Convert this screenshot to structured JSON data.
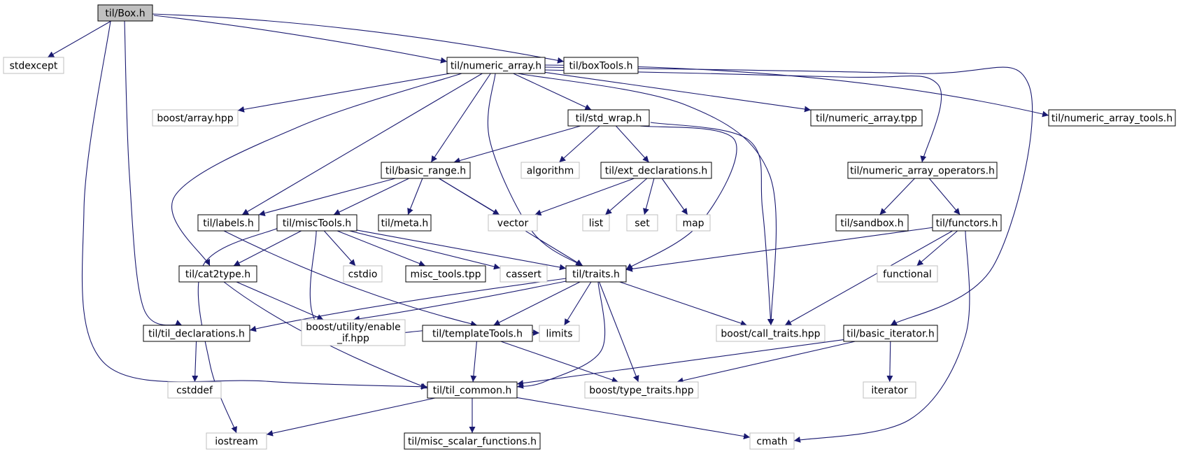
{
  "nodes": [
    {
      "id": "box",
      "label": "til/Box.h",
      "kind": "root"
    },
    {
      "id": "stdexcept",
      "label": "stdexcept",
      "kind": "external"
    },
    {
      "id": "numeric_array",
      "label": "til/numeric_array.h",
      "kind": "internal"
    },
    {
      "id": "boxTools",
      "label": "til/boxTools.h",
      "kind": "internal"
    },
    {
      "id": "boost_array",
      "label": "boost/array.hpp",
      "kind": "external"
    },
    {
      "id": "std_wrap",
      "label": "til/std_wrap.h",
      "kind": "internal"
    },
    {
      "id": "numeric_array_tpp",
      "label": "til/numeric_array.tpp",
      "kind": "internal"
    },
    {
      "id": "numeric_array_tools",
      "label": "til/numeric_array_tools.h",
      "kind": "internal"
    },
    {
      "id": "basic_range",
      "label": "til/basic_range.h",
      "kind": "internal"
    },
    {
      "id": "algorithm",
      "label": "algorithm",
      "kind": "external"
    },
    {
      "id": "ext_declarations",
      "label": "til/ext_declarations.h",
      "kind": "internal"
    },
    {
      "id": "numeric_array_operators",
      "label": "til/numeric_array_operators.h",
      "kind": "internal"
    },
    {
      "id": "labels",
      "label": "til/labels.h",
      "kind": "internal"
    },
    {
      "id": "miscTools",
      "label": "til/miscTools.h",
      "kind": "internal"
    },
    {
      "id": "meta",
      "label": "til/meta.h",
      "kind": "internal"
    },
    {
      "id": "vector",
      "label": "vector",
      "kind": "external"
    },
    {
      "id": "list",
      "label": "list",
      "kind": "external"
    },
    {
      "id": "set",
      "label": "set",
      "kind": "external"
    },
    {
      "id": "map",
      "label": "map",
      "kind": "external"
    },
    {
      "id": "sandbox",
      "label": "til/sandbox.h",
      "kind": "internal"
    },
    {
      "id": "functors",
      "label": "til/functors.h",
      "kind": "internal"
    },
    {
      "id": "cat2type",
      "label": "til/cat2type.h",
      "kind": "internal"
    },
    {
      "id": "cstdio",
      "label": "cstdio",
      "kind": "external"
    },
    {
      "id": "misc_tools_tpp",
      "label": "misc_tools.tpp",
      "kind": "internal"
    },
    {
      "id": "cassert",
      "label": "cassert",
      "kind": "external"
    },
    {
      "id": "traits",
      "label": "til/traits.h",
      "kind": "internal"
    },
    {
      "id": "functional",
      "label": "functional",
      "kind": "external"
    },
    {
      "id": "til_declarations",
      "label": "til/til_declarations.h",
      "kind": "internal"
    },
    {
      "id": "enable_if",
      "label": "boost/utility/enable\n_if.hpp",
      "kind": "external"
    },
    {
      "id": "templateTools",
      "label": "til/templateTools.h",
      "kind": "internal"
    },
    {
      "id": "limits",
      "label": "limits",
      "kind": "external"
    },
    {
      "id": "call_traits",
      "label": "boost/call_traits.hpp",
      "kind": "external"
    },
    {
      "id": "basic_iterator",
      "label": "til/basic_iterator.h",
      "kind": "internal"
    },
    {
      "id": "cstddef",
      "label": "cstddef",
      "kind": "external"
    },
    {
      "id": "til_common",
      "label": "til/til_common.h",
      "kind": "internal"
    },
    {
      "id": "type_traits",
      "label": "boost/type_traits.hpp",
      "kind": "external"
    },
    {
      "id": "iterator",
      "label": "iterator",
      "kind": "external"
    },
    {
      "id": "iostream",
      "label": "iostream",
      "kind": "external"
    },
    {
      "id": "misc_scalar_functions",
      "label": "til/misc_scalar_functions.h",
      "kind": "internal"
    },
    {
      "id": "cmath",
      "label": "cmath",
      "kind": "external"
    }
  ],
  "edges": [
    [
      "box",
      "stdexcept"
    ],
    [
      "box",
      "numeric_array"
    ],
    [
      "box",
      "boxTools"
    ],
    [
      "box",
      "til_declarations"
    ],
    [
      "box",
      "til_common"
    ],
    [
      "numeric_array",
      "boost_array"
    ],
    [
      "numeric_array",
      "std_wrap"
    ],
    [
      "numeric_array",
      "numeric_array_tpp"
    ],
    [
      "numeric_array",
      "numeric_array_tools"
    ],
    [
      "numeric_array",
      "basic_range"
    ],
    [
      "numeric_array",
      "numeric_array_operators"
    ],
    [
      "numeric_array",
      "labels"
    ],
    [
      "numeric_array",
      "cat2type"
    ],
    [
      "numeric_array",
      "traits"
    ],
    [
      "numeric_array",
      "call_traits"
    ],
    [
      "numeric_array",
      "basic_iterator"
    ],
    [
      "std_wrap",
      "basic_range"
    ],
    [
      "std_wrap",
      "algorithm"
    ],
    [
      "std_wrap",
      "ext_declarations"
    ],
    [
      "std_wrap",
      "traits"
    ],
    [
      "std_wrap",
      "call_traits"
    ],
    [
      "basic_range",
      "labels"
    ],
    [
      "basic_range",
      "miscTools"
    ],
    [
      "basic_range",
      "meta"
    ],
    [
      "basic_range",
      "vector"
    ],
    [
      "basic_range",
      "traits"
    ],
    [
      "ext_declarations",
      "vector"
    ],
    [
      "ext_declarations",
      "list"
    ],
    [
      "ext_declarations",
      "set"
    ],
    [
      "ext_declarations",
      "map"
    ],
    [
      "numeric_array_operators",
      "sandbox"
    ],
    [
      "numeric_array_operators",
      "functors"
    ],
    [
      "labels",
      "templateTools"
    ],
    [
      "miscTools",
      "cat2type"
    ],
    [
      "miscTools",
      "cstdio"
    ],
    [
      "miscTools",
      "misc_tools_tpp"
    ],
    [
      "miscTools",
      "cassert"
    ],
    [
      "miscTools",
      "traits"
    ],
    [
      "miscTools",
      "limits"
    ],
    [
      "miscTools",
      "iostream"
    ],
    [
      "functors",
      "traits"
    ],
    [
      "functors",
      "functional"
    ],
    [
      "functors",
      "call_traits"
    ],
    [
      "functors",
      "cmath"
    ],
    [
      "cat2type",
      "enable_if"
    ],
    [
      "cat2type",
      "til_common"
    ],
    [
      "traits",
      "til_declarations"
    ],
    [
      "traits",
      "enable_if"
    ],
    [
      "traits",
      "templateTools"
    ],
    [
      "traits",
      "limits"
    ],
    [
      "traits",
      "call_traits"
    ],
    [
      "traits",
      "til_common"
    ],
    [
      "traits",
      "type_traits"
    ],
    [
      "til_declarations",
      "cstddef"
    ],
    [
      "templateTools",
      "til_common"
    ],
    [
      "templateTools",
      "type_traits"
    ],
    [
      "basic_iterator",
      "til_common"
    ],
    [
      "basic_iterator",
      "type_traits"
    ],
    [
      "basic_iterator",
      "iterator"
    ],
    [
      "til_common",
      "iostream"
    ],
    [
      "til_common",
      "misc_scalar_functions"
    ],
    [
      "til_common",
      "cmath"
    ]
  ]
}
